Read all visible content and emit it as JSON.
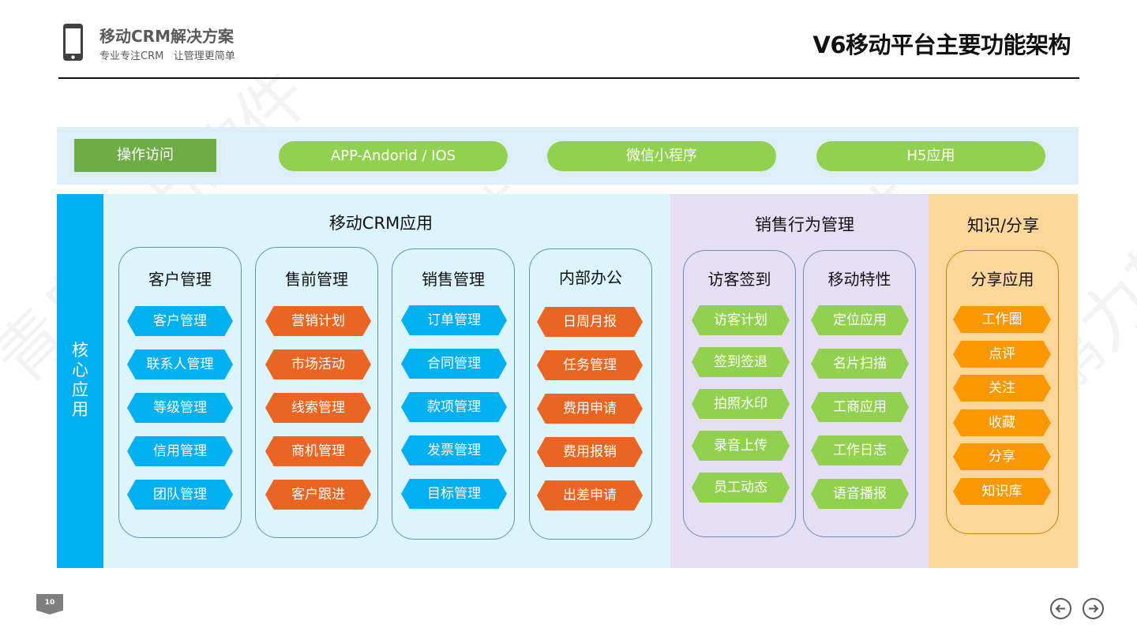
{
  "header": {
    "brand_title": "移动CRM解决方案",
    "brand_subtitle": "专业专注CRM   让管理更简单",
    "page_title": "V6移动平台主要功能架构"
  },
  "access": {
    "label": "操作访问",
    "channels": [
      "APP-Andorid / IOS",
      "微信小程序",
      "H5应用"
    ]
  },
  "core_label": "核心应用",
  "sections": [
    {
      "title": "移动CRM应用"
    },
    {
      "title": "销售行为管理"
    },
    {
      "title": "知识/分享"
    }
  ],
  "groups": [
    {
      "title": "客户管理",
      "color": "#00b0f0",
      "items": [
        "客户管理",
        "联系人管理",
        "等级管理",
        "信用管理",
        "团队管理"
      ]
    },
    {
      "title": "售前管理",
      "color": "#ea6521",
      "items": [
        "营销计划",
        "市场活动",
        "线索管理",
        "商机管理",
        "客户跟进"
      ]
    },
    {
      "title": "销售管理",
      "color": "#00b0f0",
      "items": [
        "订单管理",
        "合同管理",
        "款项管理",
        "发票管理",
        "目标管理"
      ]
    },
    {
      "title": "内部办公",
      "color": "#ea6521",
      "items": [
        "日周月报",
        "任务管理",
        "费用申请",
        "费用报销",
        "出差申请"
      ]
    },
    {
      "title": "访客签到",
      "color": "#92d050",
      "items": [
        "访客计划",
        "签到签退",
        "拍照水印",
        "录音上传",
        "员工动态"
      ]
    },
    {
      "title": "移动特性",
      "color": "#92d050",
      "items": [
        "定位应用",
        "名片扫描",
        "工商应用",
        "工作日志",
        "语音播报"
      ]
    },
    {
      "title": "分享应用",
      "color": "#fb9701",
      "items": [
        "工作圈",
        "点评",
        "关注",
        "收藏",
        "分享",
        "知识库"
      ]
    }
  ],
  "watermark": "青岛鹏力软件",
  "footer": {
    "page_number": "10"
  },
  "icons": {
    "brand": "phone-icon",
    "prev": "arrow-left-icon",
    "next": "arrow-right-icon"
  }
}
